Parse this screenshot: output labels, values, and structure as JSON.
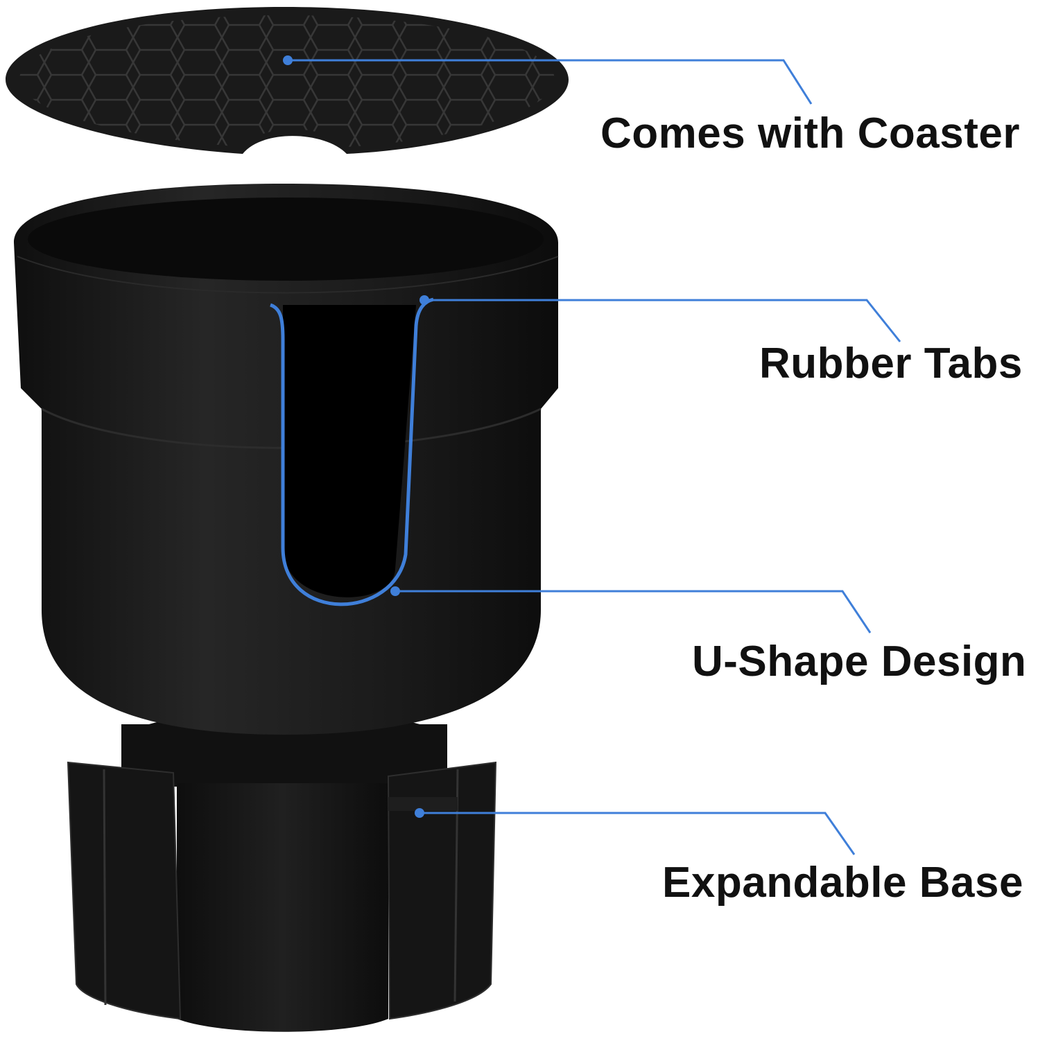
{
  "product": {
    "coaster": "coaster",
    "cup_holder": "cup holder"
  },
  "callouts": [
    {
      "id": "coaster",
      "label": "Comes with Coaster"
    },
    {
      "id": "tabs",
      "label": "Rubber Tabs"
    },
    {
      "id": "ushape",
      "label": "U-Shape Design"
    },
    {
      "id": "base",
      "label": "Expandable Base"
    }
  ],
  "colors": {
    "background": "#ffffff",
    "product": "#141414",
    "accent_line": "#3f7fd9",
    "text": "#111111"
  }
}
